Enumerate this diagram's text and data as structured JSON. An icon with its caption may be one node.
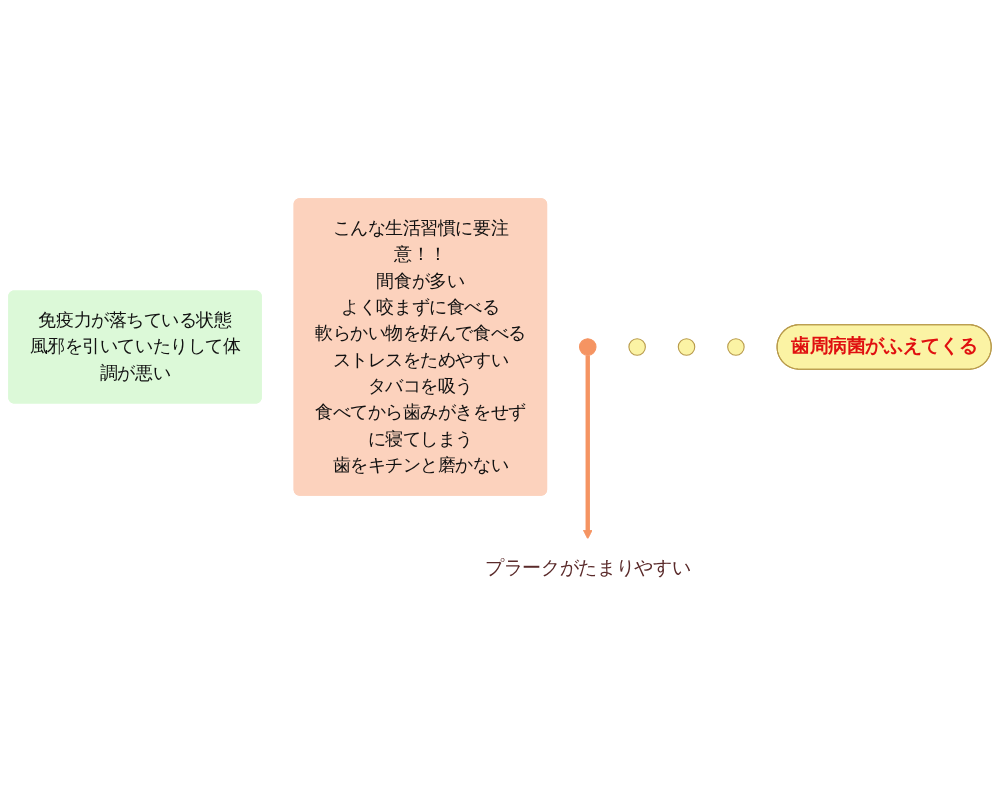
{
  "diagram": {
    "nodes": [
      {
        "text": [
          "免疫力が落ちている状態",
          "風邪を引いていたりして体調が悪い"
        ]
      },
      {
        "text": [
          "こんな生活習慣に要注意！！",
          "間食が多い",
          "よく咬まずに食べる",
          "軟らかい物を好んで食べる",
          "ストレスをためやすい",
          "タバコを吸う",
          "食べてから歯みがきをせずに寝てしまう",
          "歯をキチンと磨かない"
        ]
      },
      {
        "text": [],
        "shape": "circle"
      },
      {
        "text": [
          "プラークがたまりやすい"
        ]
      },
      {
        "text": [],
        "shape": "circle"
      },
      {
        "text": [],
        "shape": "circle"
      },
      {
        "text": [],
        "shape": "circle"
      },
      {
        "text": [
          "歯周病菌がふえてくる"
        ]
      }
    ],
    "edges": [
      {
        "from": 2,
        "to": 3,
        "arrow": "to"
      }
    ]
  }
}
